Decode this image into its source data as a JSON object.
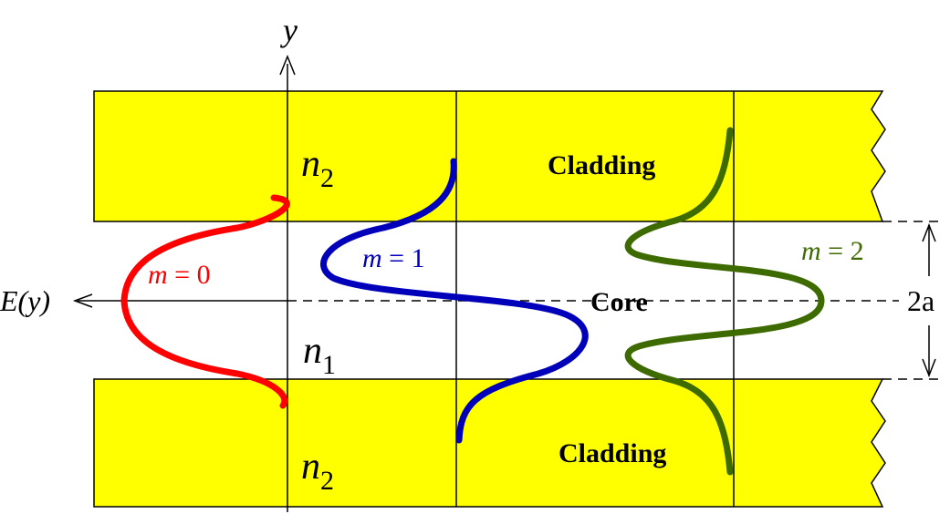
{
  "colors": {
    "cladding": "#ffff00",
    "mode0": "#ff0000",
    "mode1": "#0000bb",
    "mode2": "#3d6b00",
    "line": "#000000"
  },
  "labels": {
    "y_axis": "y",
    "e_axis": "E(y)",
    "cladding_top": "Cladding",
    "cladding_bottom": "Cladding",
    "core": "Core",
    "width": "2a",
    "n1_base": "n",
    "n1_sub": "1",
    "n2_top_base": "n",
    "n2_top_sub": "2",
    "n2_bottom_base": "n",
    "n2_bottom_sub": "2",
    "mode0_var": "m",
    "mode0_eq": " = 0",
    "mode1_var": "m",
    "mode1_eq": " = 1",
    "mode2_var": "m",
    "mode2_eq": " = 2"
  }
}
